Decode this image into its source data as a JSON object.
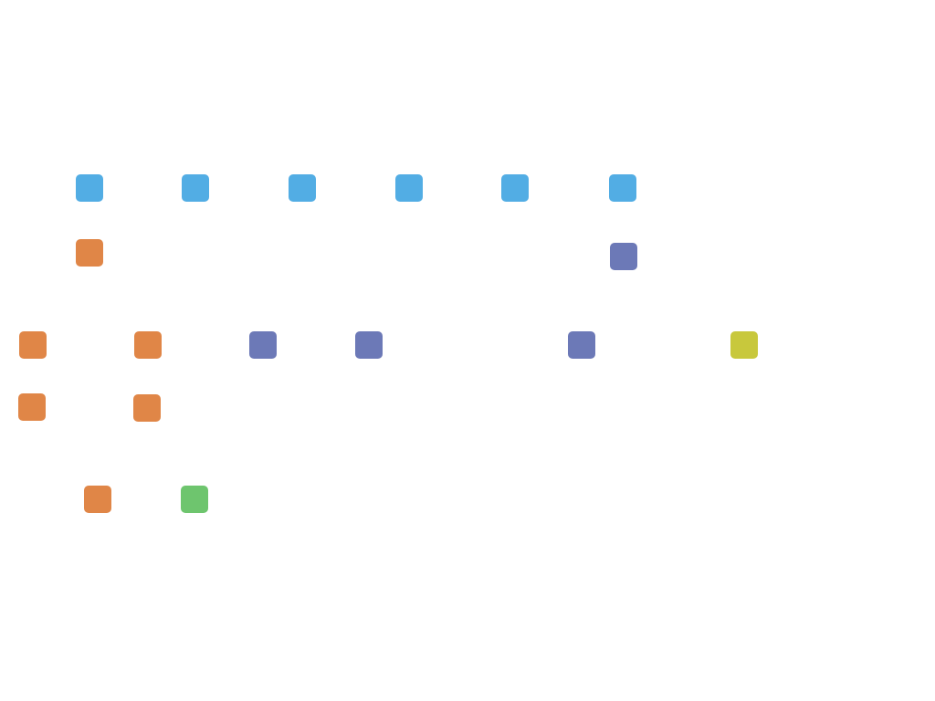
{
  "colors": {
    "blue": "#52ade4",
    "orange": "#e08647",
    "indigo": "#6c79b7",
    "olive": "#c8c83c",
    "green": "#6ec56e",
    "background": "#ffffff"
  },
  "nodes": [
    {
      "id": "n1",
      "color": "blue"
    },
    {
      "id": "n2",
      "color": "blue"
    },
    {
      "id": "n3",
      "color": "blue"
    },
    {
      "id": "n4",
      "color": "blue"
    },
    {
      "id": "n5",
      "color": "blue"
    },
    {
      "id": "n6",
      "color": "blue"
    },
    {
      "id": "n7",
      "color": "orange"
    },
    {
      "id": "n8",
      "color": "indigo"
    },
    {
      "id": "n9",
      "color": "orange"
    },
    {
      "id": "n10",
      "color": "orange"
    },
    {
      "id": "n11",
      "color": "indigo"
    },
    {
      "id": "n12",
      "color": "indigo"
    },
    {
      "id": "n13",
      "color": "indigo"
    },
    {
      "id": "n14",
      "color": "olive"
    },
    {
      "id": "n15",
      "color": "orange"
    },
    {
      "id": "n16",
      "color": "orange"
    },
    {
      "id": "n17",
      "color": "orange"
    },
    {
      "id": "n18",
      "color": "green"
    }
  ]
}
